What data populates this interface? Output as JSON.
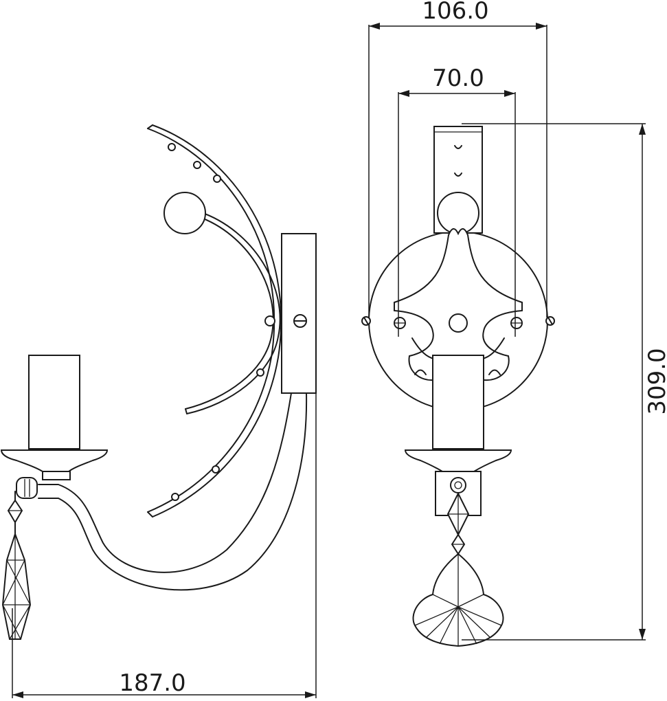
{
  "dimensions": {
    "overall_width": "106.0",
    "mount_spacing": "70.0",
    "overall_height": "309.0",
    "projection": "187.0"
  }
}
